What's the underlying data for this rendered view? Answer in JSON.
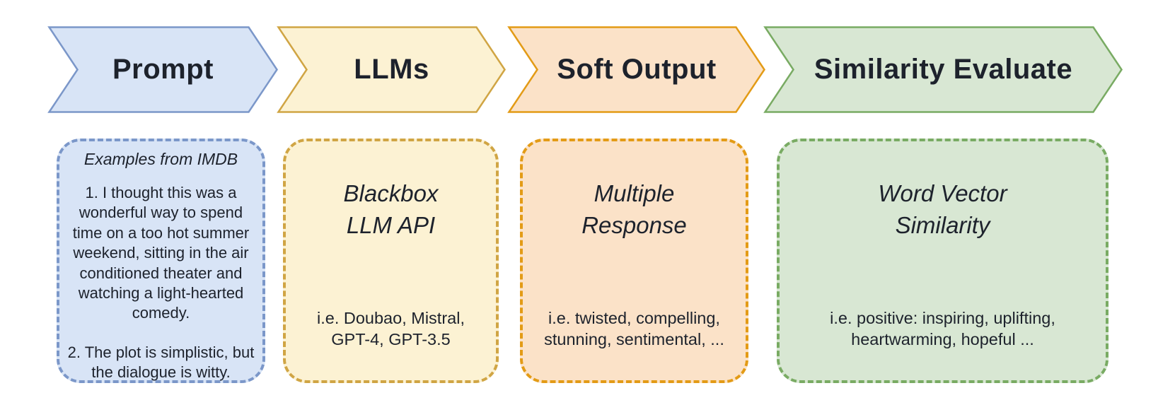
{
  "colors": {
    "text": "#1d222c"
  },
  "stages": [
    {
      "id": "prompt",
      "arrow_label": "Prompt",
      "colors": {
        "fill": "#d8e4f6",
        "border": "#7b97c9"
      },
      "box": {
        "title": "Examples from IMDB",
        "paragraphs": [
          "1. I thought this was a wonderful way to spend time on a too hot summer weekend, sitting in the air conditioned theater and watching a light-hearted comedy.",
          "2. The plot is simplistic, but the dialogue is witty."
        ]
      }
    },
    {
      "id": "llms",
      "arrow_label": "LLMs",
      "colors": {
        "fill": "#fcf2d3",
        "border": "#d0a544"
      },
      "box": {
        "title_lines": [
          "Blackbox",
          "LLM API"
        ],
        "subtitle_lines": [
          "i.e. Doubao, Mistral,",
          "GPT-4, GPT-3.5"
        ]
      }
    },
    {
      "id": "soft-output",
      "arrow_label": "Soft Output",
      "colors": {
        "fill": "#fbe2c8",
        "border": "#e39b16"
      },
      "box": {
        "title_lines": [
          "Multiple",
          "Response"
        ],
        "subtitle_lines": [
          "i.e. twisted, compelling,",
          "stunning, sentimental, ..."
        ]
      }
    },
    {
      "id": "similarity-evaluate",
      "arrow_label": "Similarity Evaluate",
      "colors": {
        "fill": "#d8e7d3",
        "border": "#79ab63"
      },
      "box": {
        "title_lines": [
          "Word Vector",
          "Similarity"
        ],
        "subtitle_lines": [
          "i.e. positive: inspiring,  uplifting,",
          "heartwarming, hopeful ..."
        ]
      }
    }
  ]
}
